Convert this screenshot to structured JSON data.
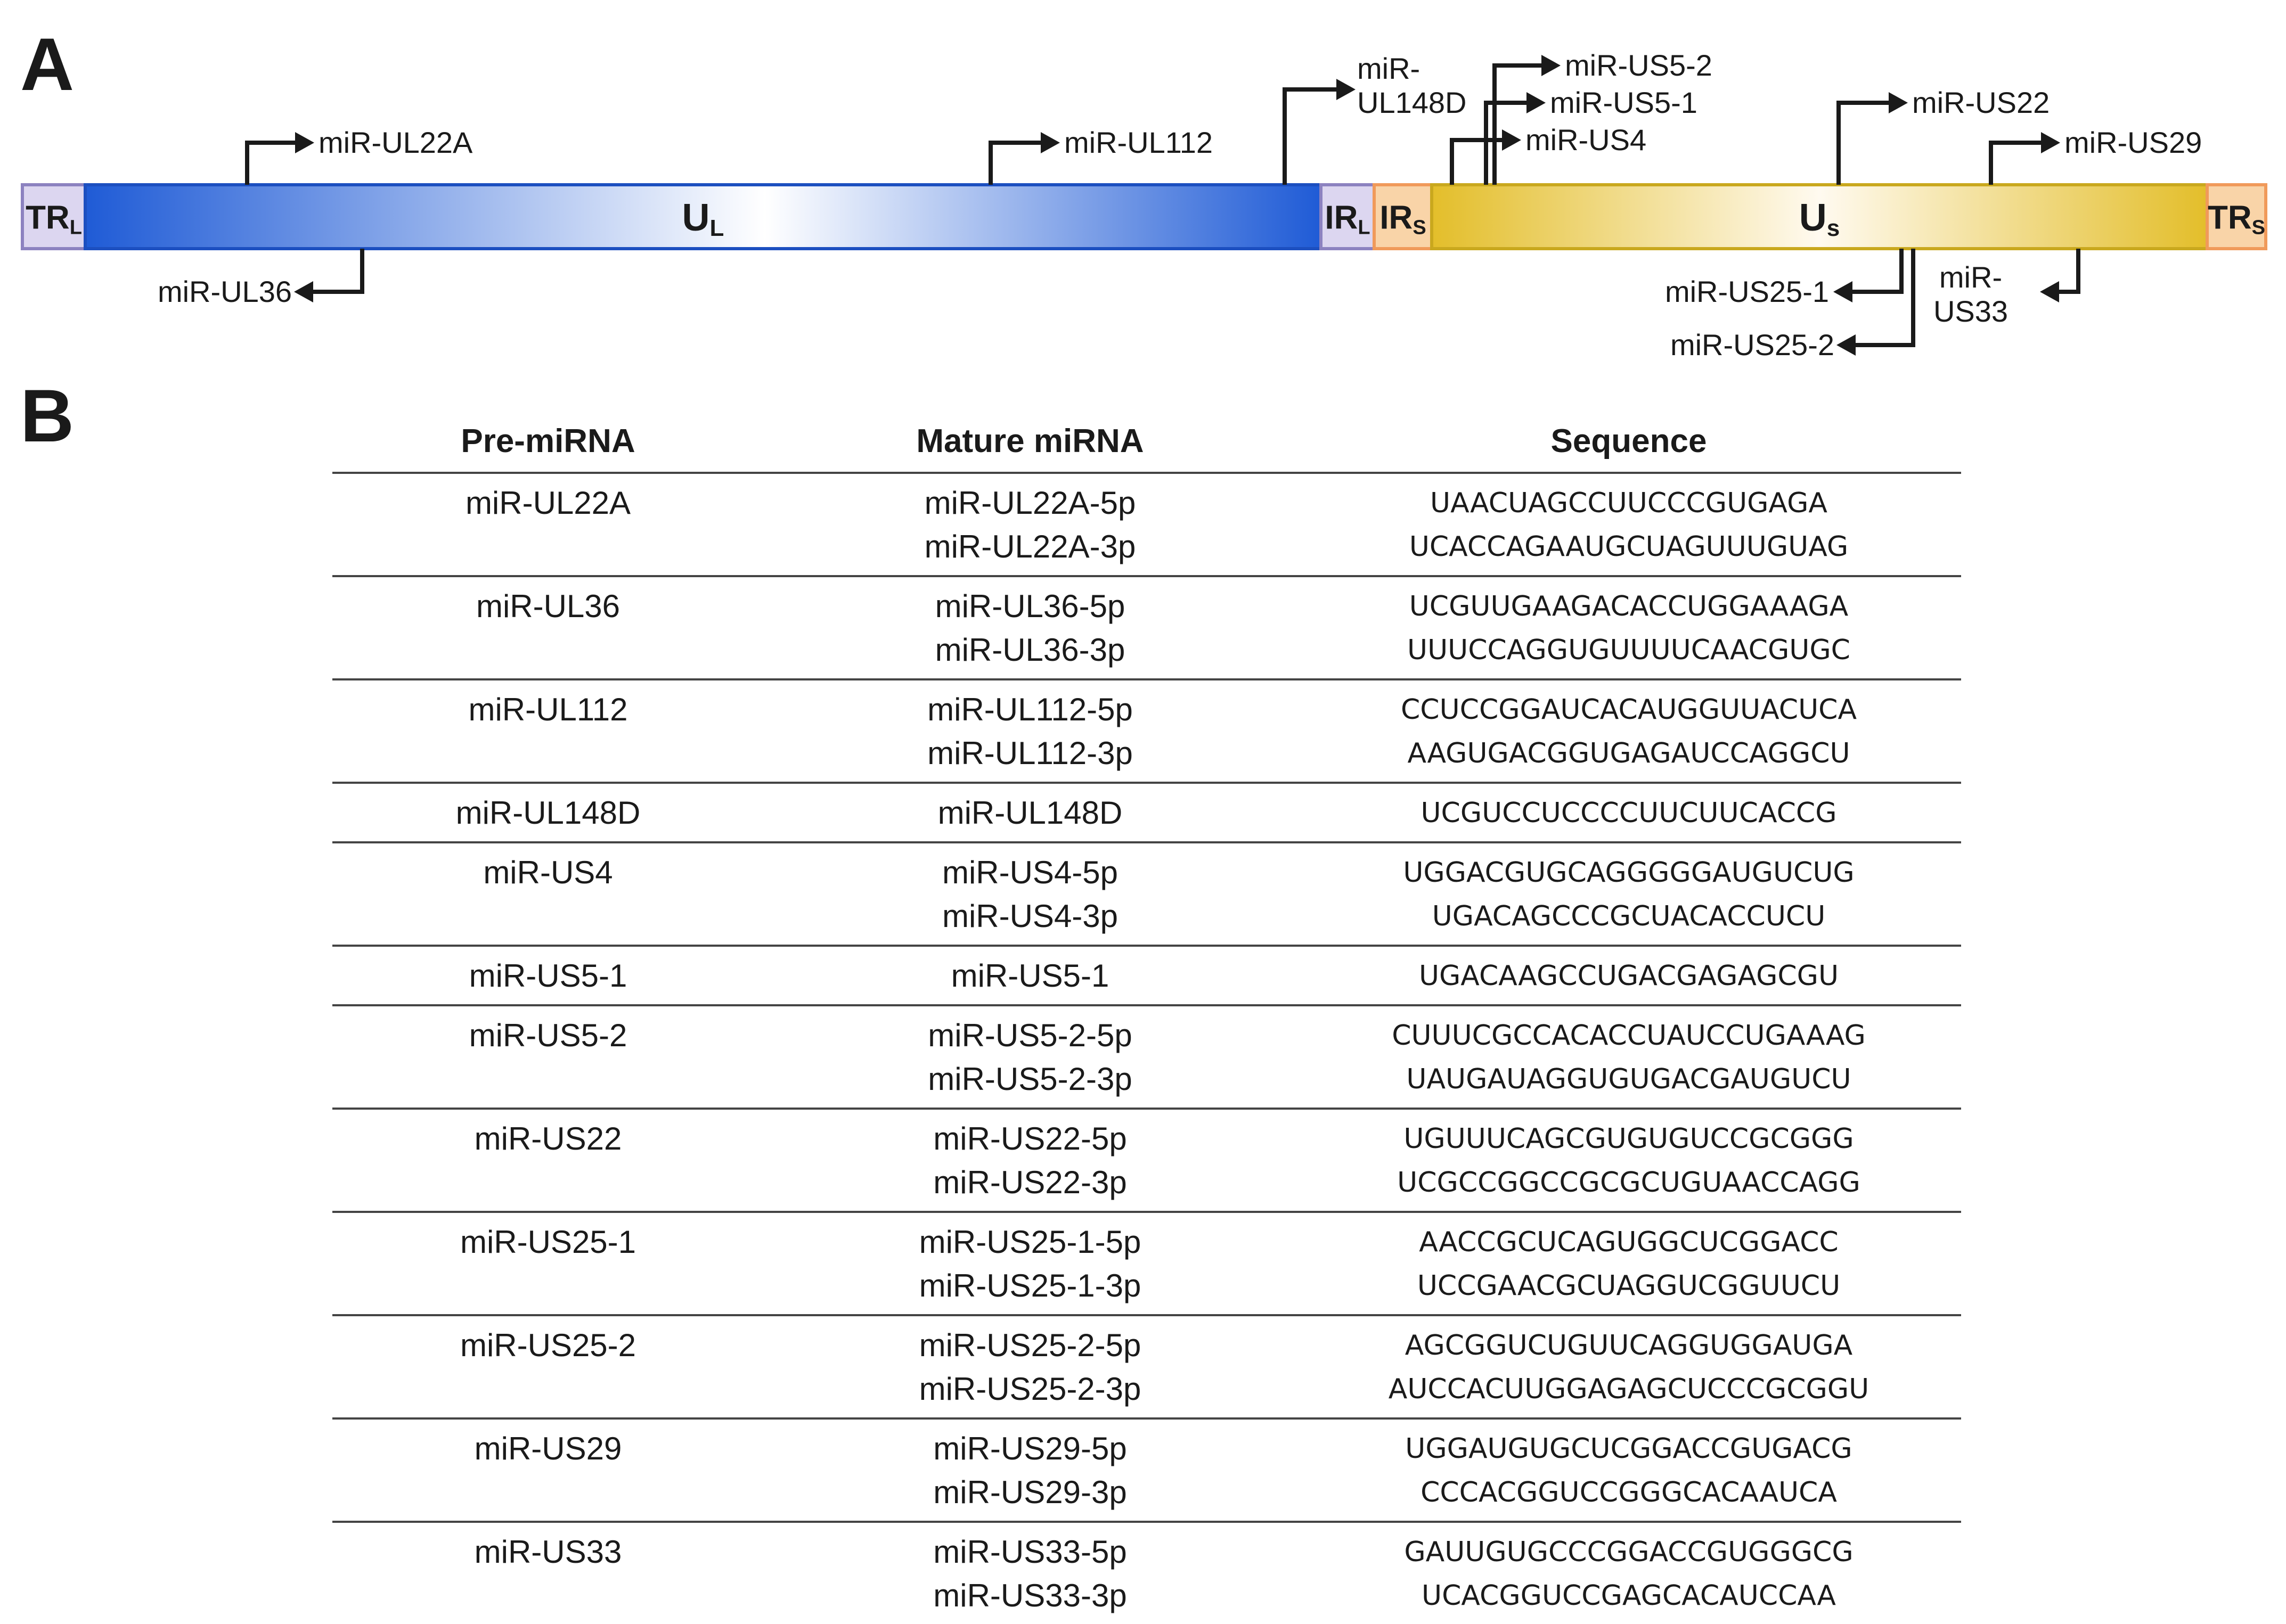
{
  "panel_a": {
    "letter": "A",
    "segments": [
      {
        "main": "TR",
        "sub": "L"
      },
      {
        "main": "U",
        "sub": "L"
      },
      {
        "main": "IR",
        "sub": "L"
      },
      {
        "main": "IR",
        "sub": "S"
      },
      {
        "main": "U",
        "sub": "s"
      },
      {
        "main": "TR",
        "sub": "S"
      }
    ],
    "mirnas": [
      {
        "id": "UL22A",
        "label": [
          "miR-UL22A"
        ]
      },
      {
        "id": "UL112",
        "label": [
          "miR-UL112"
        ]
      },
      {
        "id": "UL148D",
        "label": [
          "miR-",
          "UL148D"
        ]
      },
      {
        "id": "US5-2",
        "label": [
          "miR-US5-2"
        ]
      },
      {
        "id": "US5-1",
        "label": [
          "miR-US5-1"
        ]
      },
      {
        "id": "US4",
        "label": [
          "miR-US4"
        ]
      },
      {
        "id": "US22",
        "label": [
          "miR-US22"
        ]
      },
      {
        "id": "US29",
        "label": [
          "miR-US29"
        ]
      },
      {
        "id": "UL36",
        "label": [
          "miR-UL36"
        ]
      },
      {
        "id": "US25-1",
        "label": [
          "miR-US25-1"
        ]
      },
      {
        "id": "US25-2",
        "label": [
          "miR-US25-2"
        ]
      },
      {
        "id": "US33",
        "label": [
          "miR-",
          "US33"
        ]
      }
    ],
    "colors": {
      "ul_dark": "#1f5bd6",
      "ul_light": "#ffffff",
      "us_dark": "#e3be2a",
      "us_light": "#fffaf0",
      "tr_l_fill": "#dcd6f0",
      "tr_l_stroke": "#8c82c0",
      "ir_s_fill": "#f9d4a8",
      "ir_s_stroke": "#f09a5a",
      "arrow": "#1a1a1a"
    }
  },
  "panel_b": {
    "letter": "B",
    "headers": [
      "Pre-miRNA",
      "Mature miRNA",
      "Sequence"
    ],
    "rows": [
      {
        "pre": "miR-UL22A",
        "mature": [
          "miR-UL22A-5p",
          "miR-UL22A-3p"
        ],
        "sequence": [
          "UAACUAGCCUUCCCGUGAGA",
          "UCACCAGAAUGCUAGUUUGUAG"
        ]
      },
      {
        "pre": "miR-UL36",
        "mature": [
          "miR-UL36-5p",
          "miR-UL36-3p"
        ],
        "sequence": [
          "UCGUUGAAGACACCUGGAAAGA",
          "UUUCCAGGUGUUUUCAACGUGC"
        ]
      },
      {
        "pre": "miR-UL112",
        "mature": [
          "miR-UL112-5p",
          "miR-UL112-3p"
        ],
        "sequence": [
          "CCUCCGGAUCACAUGGUUACUCA",
          "AAGUGACGGUGAGAUCCAGGCU"
        ]
      },
      {
        "pre": "miR-UL148D",
        "mature": [
          "miR-UL148D"
        ],
        "sequence": [
          "UCGUCCUCCCCUUCUUCACCG"
        ]
      },
      {
        "pre": "miR-US4",
        "mature": [
          "miR-US4-5p",
          "miR-US4-3p"
        ],
        "sequence": [
          "UGGACGUGCAGGGGGAUGUCUG",
          "UGACAGCCCGCUACACCUCU"
        ]
      },
      {
        "pre": "miR-US5-1",
        "mature": [
          "miR-US5-1"
        ],
        "sequence": [
          "UGACAAGCCUGACGAGAGCGU"
        ]
      },
      {
        "pre": "miR-US5-2",
        "mature": [
          "miR-US5-2-5p",
          "miR-US5-2-3p"
        ],
        "sequence": [
          "CUUUCGCCACACCUAUCCUGAAAG",
          "UAUGAUAGGUGUGACGAUGUCU"
        ]
      },
      {
        "pre": "miR-US22",
        "mature": [
          "miR-US22-5p",
          "miR-US22-3p"
        ],
        "sequence": [
          "UGUUUCAGCGUGUGUCCGCGGG",
          "UCGCCGGCCGCGCUGUAACCAGG"
        ]
      },
      {
        "pre": "miR-US25-1",
        "mature": [
          "miR-US25-1-5p",
          "miR-US25-1-3p"
        ],
        "sequence": [
          "AACCGCUCAGUGGCUCGGACC",
          "UCCGAACGCUAGGUCGGUUCU"
        ]
      },
      {
        "pre": "miR-US25-2",
        "mature": [
          "miR-US25-2-5p",
          "miR-US25-2-3p"
        ],
        "sequence": [
          "AGCGGUCUGUUCAGGUGGAUGA",
          "AUCCACUUGGAGAGCUCCCGCGGU"
        ]
      },
      {
        "pre": "miR-US29",
        "mature": [
          "miR-US29-5p",
          "miR-US29-3p"
        ],
        "sequence": [
          "UGGAUGUGCUCGGACCGUGACG",
          "CCCACGGUCCGGGCACAAUCA"
        ]
      },
      {
        "pre": "miR-US33",
        "mature": [
          "miR-US33-5p",
          "miR-US33-3p"
        ],
        "sequence": [
          "GAUUGUGCCCGGACCGUGGGCG",
          "UCACGGUCCGAGCACAUCCAA"
        ]
      }
    ]
  }
}
